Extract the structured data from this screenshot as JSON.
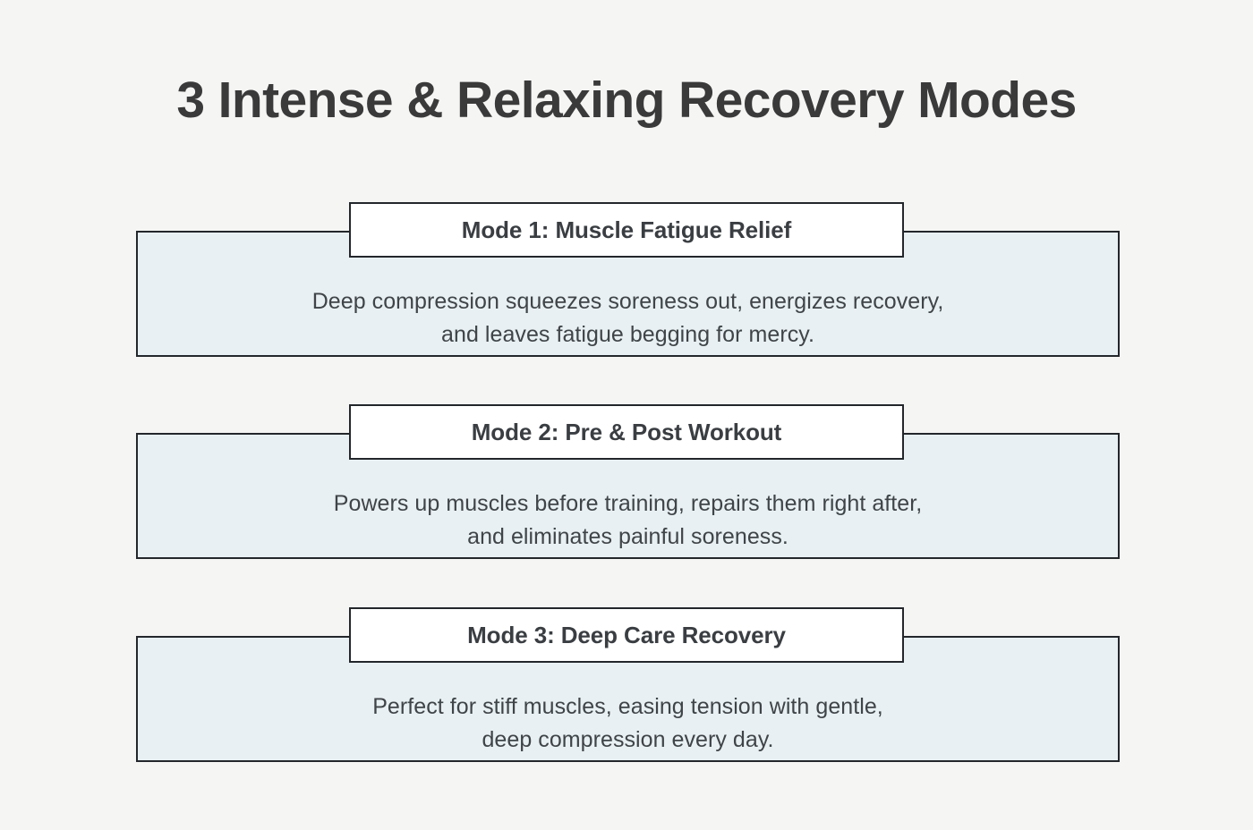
{
  "page": {
    "title": "3 Intense & Relaxing Recovery Modes",
    "background_color": "#f5f5f4",
    "title_color": "#3a3a3a"
  },
  "theme": {
    "card_fill": "#e8f0f4",
    "card_border": "#23272b",
    "header_fill": "#ffffff",
    "body_text_color": "#3f4448"
  },
  "modes": [
    {
      "header": "Mode 1: Muscle Fatigue Relief",
      "body_line_1": "Deep compression squeezes soreness out, energizes recovery,",
      "body_line_2": "and leaves fatigue begging for mercy."
    },
    {
      "header": "Mode 2: Pre & Post Workout",
      "body_line_1": "Powers up muscles before training, repairs them right after,",
      "body_line_2": "and eliminates painful soreness."
    },
    {
      "header": "Mode 3: Deep Care Recovery",
      "body_line_1": "Perfect for stiff muscles, easing tension with gentle,",
      "body_line_2": "deep compression every day."
    }
  ]
}
